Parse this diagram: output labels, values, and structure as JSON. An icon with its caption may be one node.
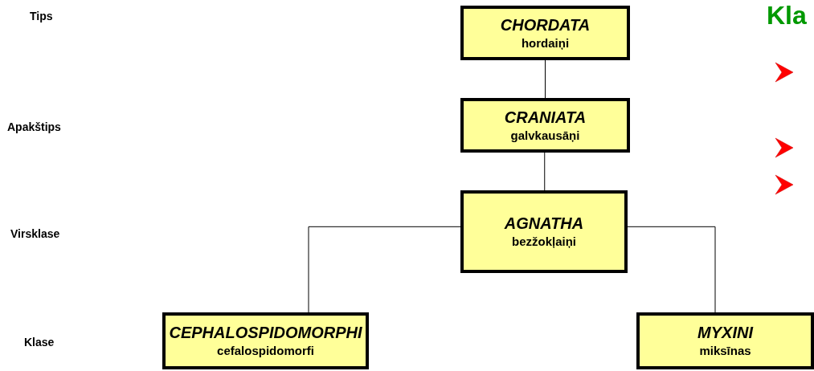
{
  "diagram": {
    "nodes": [
      {
        "text": [
          "CHORDATA",
          "hordaiņi"
        ]
      },
      {
        "text": [
          "CRANIATA",
          "galvkausāņi"
        ]
      },
      {
        "text": [
          "AGNATHA",
          "bezžokļaiņi"
        ]
      },
      {
        "text": [
          "CEPHALOSPIDOMORPHI",
          "cefalospidomorfi"
        ]
      },
      {
        "text": [
          "MYXINI",
          "miksīnas"
        ]
      }
    ],
    "edges": [
      {
        "from": 0,
        "to": 1,
        "arrow": "none"
      },
      {
        "from": 1,
        "to": 2,
        "arrow": "none"
      },
      {
        "from": 2,
        "to": 3,
        "arrow": "none"
      },
      {
        "from": 2,
        "to": 4,
        "arrow": "none"
      }
    ],
    "labels": [
      "Tips",
      "Apakštips",
      "Virsklase",
      "Klase",
      "Kla"
    ]
  }
}
